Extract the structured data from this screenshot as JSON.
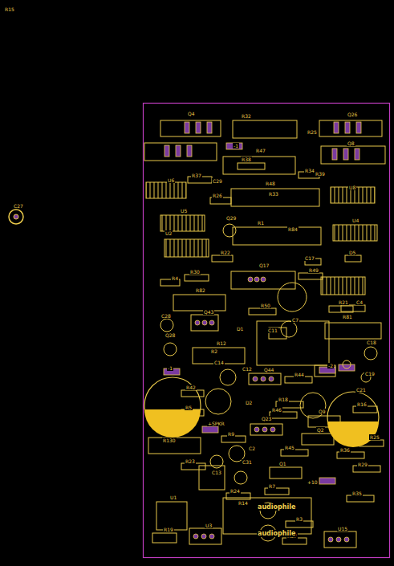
{
  "diagram": {
    "labels": [
      "R15",
      "C27",
      "Q4",
      "R32",
      "Q26",
      "R25",
      "Q8",
      "R47",
      "R38",
      "R34",
      "R39",
      "R37",
      "C29",
      "U6",
      "R48",
      "R33",
      "U8",
      "R26",
      "U5",
      "U2",
      "U4",
      "Q29",
      "R1",
      "R84",
      "R22",
      "D5",
      "C17",
      "Q17",
      "R49",
      "R30",
      "R4",
      "R82",
      "R21",
      "C4",
      "Q43",
      "R50",
      "R81",
      "C28",
      "Q28",
      "D1",
      "C11",
      "C7",
      "R12",
      "C18",
      "R2",
      "C14",
      "C12",
      "Q44",
      "R44",
      "C19",
      "R42",
      "C21",
      "R5",
      "D2",
      "R18",
      "R16",
      "R46",
      "Q23",
      "Q9",
      "+SPKR",
      "R9",
      "C2",
      "R45",
      "Q2",
      "R130",
      "R25",
      "R36",
      "R23",
      "C31",
      "C13",
      "Q1",
      "R29",
      "R7",
      "R24",
      "R35",
      "U1",
      "R14",
      "R3",
      "R19",
      "U3",
      "R37",
      "U15",
      "audiophile",
      "audiophile",
      "-1",
      "+10",
      "-2",
      "-1"
    ]
  }
}
